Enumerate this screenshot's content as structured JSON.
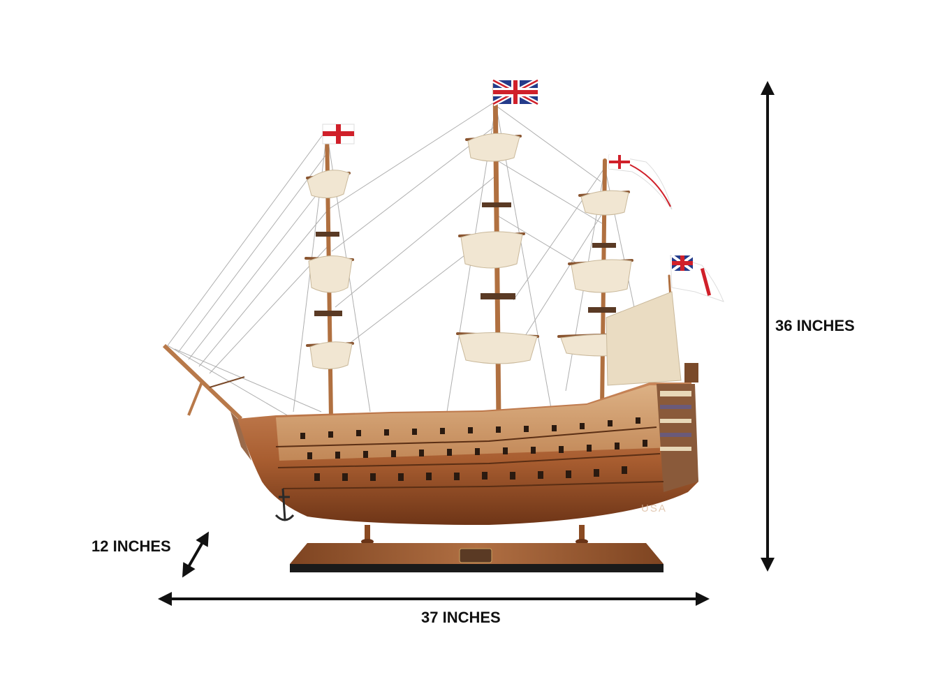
{
  "dimensions": {
    "height_label": "36 INCHES",
    "depth_label": "12 INCHES",
    "width_label": "37 INCHES"
  },
  "watermark": "USA",
  "icons": {
    "height_arrow": "double-arrow-vertical-icon",
    "width_arrow": "double-arrow-horizontal-icon",
    "depth_arrow": "double-arrow-diagonal-icon"
  },
  "colors": {
    "background": "#ffffff",
    "arrow": "#111111",
    "hull_dark": "#8a4a22",
    "hull_light": "#c9875a",
    "sail": "#f1e6d2",
    "base": "#9a5a33",
    "base_edge": "#1a1a1a"
  }
}
